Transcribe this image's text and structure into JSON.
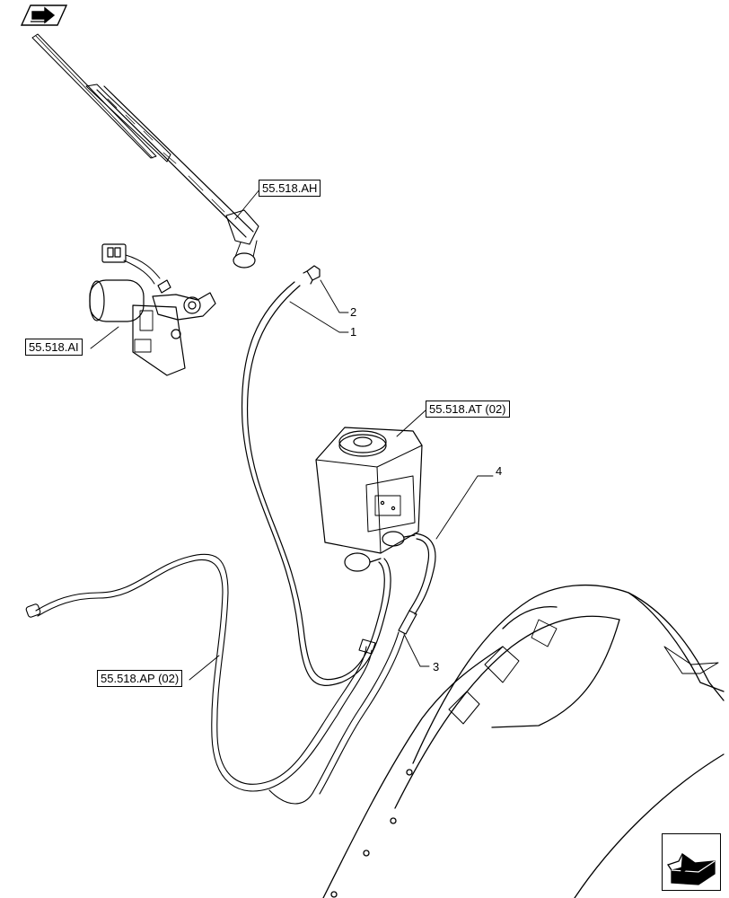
{
  "references": {
    "wiper_arm": "55.518.AH",
    "wiper_motor": "55.518.AI",
    "washer_reservoir": "55.518.AT (02)",
    "washer_hose": "55.518.AP (02)"
  },
  "callouts": {
    "item_1": "1",
    "item_2": "2",
    "item_3": "3",
    "item_4": "4"
  },
  "icons": {
    "top_left": "book-arrow-icon",
    "bottom_right": "next-page-arrow-icon"
  }
}
